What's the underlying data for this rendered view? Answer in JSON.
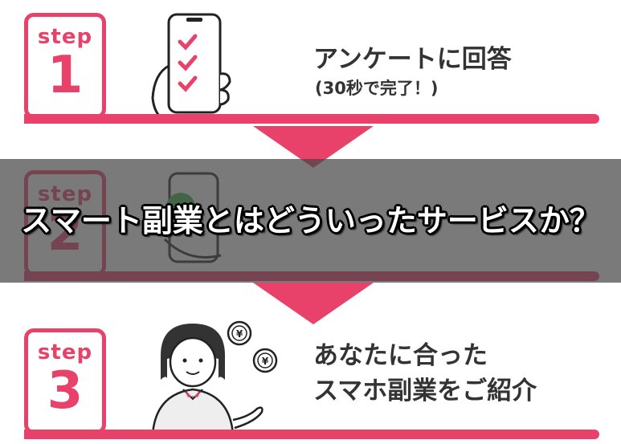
{
  "steps": [
    {
      "word": "step",
      "number": "1",
      "title": "アンケートに回答",
      "subtitle": "(30秒で完了！)"
    },
    {
      "word": "step",
      "number": "2"
    },
    {
      "word": "step",
      "number": "3",
      "title_line1": "あなたに合った",
      "title_line2": "スマホ副業をご紹介"
    }
  ],
  "banner": {
    "text": "スマート副業とはどういったサービスか？"
  },
  "icons": [
    "phone-checklist-icon",
    "phone-line-app-icon",
    "operator-woman-icon",
    "yen-coin-icon",
    "down-arrow-icon"
  ],
  "colors": {
    "accent": "#e8416a",
    "text": "#333333",
    "overlay": "rgba(70,70,70,0.72)"
  }
}
